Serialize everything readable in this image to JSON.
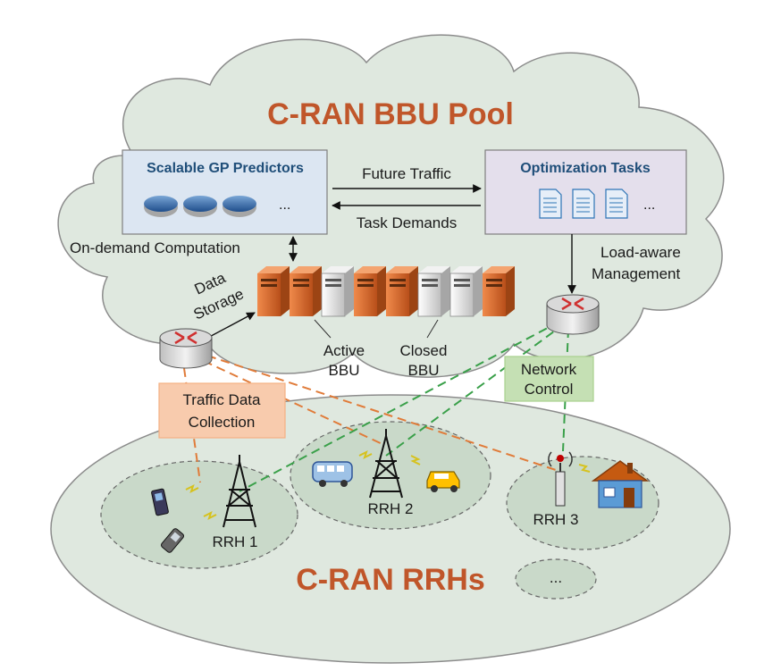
{
  "pool": {
    "title": "C-RAN BBU Pool",
    "scalable_gp_title": "Scalable GP Predictors",
    "ellipsis": "...",
    "optimization_title": "Optimization Tasks",
    "future_traffic": "Future Traffic",
    "task_demands": "Task Demands",
    "on_demand": "On-demand Computation",
    "data_storage_1": "Data",
    "data_storage_2": "Storage",
    "load_aware_1": "Load-aware",
    "load_aware_2": "Management",
    "active_1": "Active",
    "active_2": "BBU",
    "closed_1": "Closed",
    "closed_2": "BBU"
  },
  "links": {
    "traffic_data_1": "Traffic Data",
    "traffic_data_2": "Collection",
    "network_control_1": "Network",
    "network_control_2": "Control"
  },
  "rrhs": {
    "title": "C-RAN RRHs",
    "rrh1": "RRH 1",
    "rrh2": "RRH 2",
    "rrh3": "RRH 3",
    "more": "..."
  },
  "colors": {
    "cloud_fill": "#dfe8df",
    "title_orange": "#c0562a",
    "gp_box": "#dce6f2",
    "opt_box": "#e4dfec",
    "traffic_box": "#f8cbad",
    "network_box": "#c5e0b4",
    "orange_dash": "#e07b39",
    "green_dash": "#3aa04a",
    "server_orange": "#d9692b",
    "server_gray": "#e6e6e6"
  }
}
